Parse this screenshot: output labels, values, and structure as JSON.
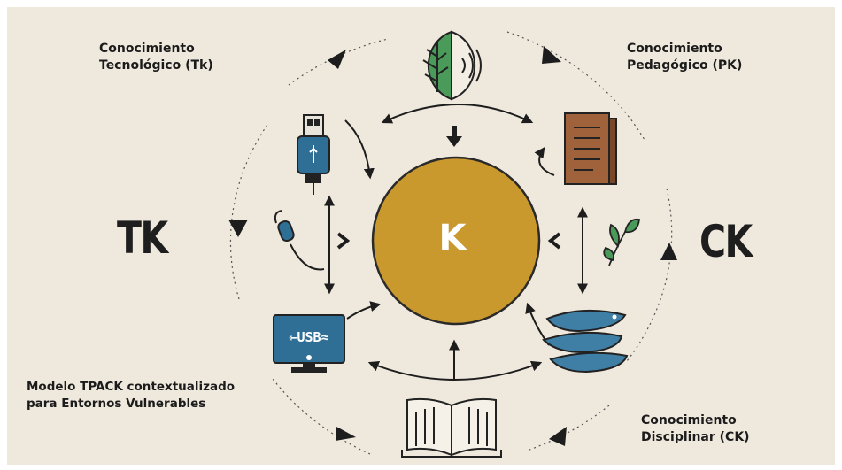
{
  "labels": {
    "tk_title_line1": "Conocimiento",
    "tk_title_line2": "Tecnológico (Tk)",
    "pk_title_line1": "Conocimiento",
    "pk_title_line2": "Pedagógico (PK)",
    "ck_title_line1": "Conocimiento",
    "ck_title_line2": "Disciplinar (CK)",
    "model_line1": "Modelo TPACK contextualizado",
    "model_line2": "para Entornos Vulnerables"
  },
  "big_labels": {
    "left": "TK",
    "right": "CK",
    "center": "K"
  },
  "monitor_text": "⇽USB≈",
  "colors": {
    "background": "#efe8dd",
    "center_circle": "#c9992d",
    "usb_blue": "#2f6f96",
    "leaf_green": "#4a9a5a",
    "book_brown": "#a0623b",
    "water_blue": "#3f7fa6"
  },
  "icons": [
    "leaf-sound-icon",
    "usb-plug-icon",
    "mouse-icon",
    "usb-monitor-icon",
    "document-icon",
    "sprout-icon",
    "water-waves-icon",
    "open-book-icon"
  ]
}
